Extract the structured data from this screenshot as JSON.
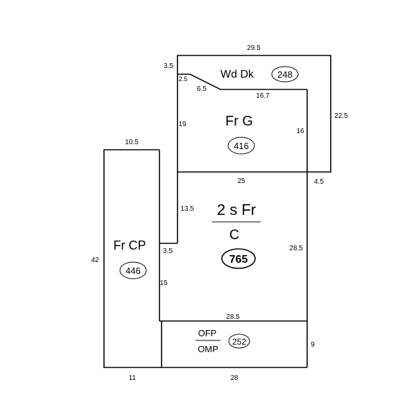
{
  "dimensions": {
    "deck_top": "29.5",
    "deck_left": "3.5",
    "deck_step_horizontal": "2.5",
    "deck_diagonal": "6.5",
    "deck_inner_top": "16.7",
    "deck_right": "22.5",
    "deck_bottom_right": "4.5",
    "garage_left": "19",
    "garage_right": "16",
    "garage_bottom": "25",
    "carport_top": "10.5",
    "carport_left": "42",
    "carport_bottom": "11",
    "house_left_upper": "13.5",
    "house_jog": "3.5",
    "house_left_lower": "15",
    "house_right": "28.5",
    "house_bottom": "28.5",
    "porch_right": "9",
    "porch_bottom": "28"
  },
  "areas": [
    {
      "id": "wd-dk",
      "label_line1": "Wd Dk",
      "area": "248"
    },
    {
      "id": "fr-g",
      "label_line1": "Fr G",
      "area": "416"
    },
    {
      "id": "2s-fr-c",
      "label_line1": "2 s Fr",
      "label_line2": "C",
      "area": "765"
    },
    {
      "id": "fr-cp",
      "label_line1": "Fr CP",
      "area": "446"
    },
    {
      "id": "ofp-omp",
      "label_line1": "OFP",
      "label_line2": "OMP",
      "area": "252"
    }
  ]
}
